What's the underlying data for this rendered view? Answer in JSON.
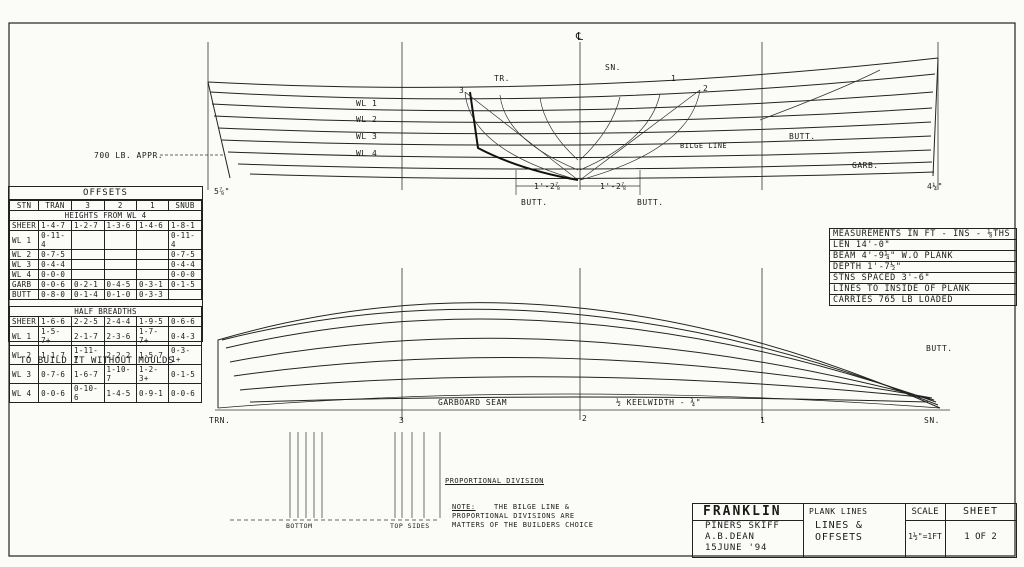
{
  "drawing": {
    "centerline_mark": "℄",
    "profile_labels": {
      "tr": "TR.",
      "sn": "SN.",
      "station_3": "3",
      "station_2": "2",
      "station_1": "1",
      "wl1": "WL 1",
      "wl2": "WL 2",
      "wl3": "WL 3",
      "wl4": "WL 4",
      "appr": "700 LB. APPR.",
      "bilge_line": "BILGE LINE",
      "butt": "BUTT.",
      "garb": "GARB.",
      "butt_left": "BUTT.",
      "butt_right": "BUTT.",
      "dim_left_butt": "1'-2⅞",
      "dim_right_butt": "1'-2⅞",
      "dim_stern": "5⅞\"",
      "dim_bow": "4¼\""
    },
    "plan_labels": {
      "trn": "TRN.",
      "sn": "SN.",
      "station_3": "3",
      "station_2": "2",
      "station_1": "1",
      "butt": "BUTT.",
      "garboard_seam": "GARBOARD SEAM",
      "keelwidth": "½ KEELWIDTH - ¾\""
    },
    "build_note": "TO BUILD IT WITHOUT MOULDS",
    "proportional_division": "PROPORTIONAL DIVISION",
    "bottom_label": "BOTTOM",
    "topsides_label": "TOP SIDES",
    "note_label": "NOTE:",
    "note_text_1": "THE BILGE LINE &",
    "note_text_2": "PROPORTIONAL DIVISIONS ARE",
    "note_text_3": "MATTERS OF THE BUILDERS CHOICE"
  },
  "offsets": {
    "title": "OFFSETS",
    "columns": [
      "STN",
      "TRAN",
      "3",
      "2",
      "1",
      "SNUB"
    ],
    "heights_title": "HEIGHTS FROM WL 4",
    "heights": [
      [
        "SHEER",
        "1-4-7",
        "1-2-7",
        "1-3-6",
        "1-4-6",
        "1-8-1"
      ],
      [
        "WL 1",
        "0-11-4",
        "",
        "",
        "",
        "0-11-4"
      ],
      [
        "WL 2",
        "0-7-5",
        "",
        "",
        "",
        "0-7-5"
      ],
      [
        "WL 3",
        "0-4-4",
        "",
        "",
        "",
        "0-4-4"
      ],
      [
        "WL 4",
        "0-0-0",
        "",
        "",
        "",
        "0-0-0"
      ],
      [
        "GARB",
        "0-0-6",
        "0-2-1",
        "0-4-5",
        "0-3-1",
        "0-1-5"
      ],
      [
        "BUTT",
        "0-8-0",
        "0-1-4",
        "0-1-0",
        "0-3-3",
        ""
      ]
    ],
    "half_title": "HALF BREADTHS",
    "half": [
      [
        "SHEER",
        "1-6-6",
        "2-2-5",
        "2-4-4",
        "1-9-5",
        "0-6-6"
      ],
      [
        "WL 1",
        "1-5-7+",
        "2-1-7",
        "2-3-6",
        "1-7-7+",
        "0-4-3"
      ],
      [
        "WL 2",
        "1-1-7",
        "1-11-7",
        "2-2-2",
        "1-5-7",
        "0-3-1+"
      ],
      [
        "WL 3",
        "0-7-6",
        "1-6-7",
        "1-10-7",
        "1-2-3+",
        "0-1-5"
      ],
      [
        "WL 4",
        "0-0-6",
        "0-10-6",
        "1-4-5",
        "0-9-1",
        "0-0-6"
      ]
    ]
  },
  "measurements": [
    "MEASUREMENTS IN FT - INS - ⅛THS",
    "LEN 14'-0\"",
    "BEAM 4'-9¼\" W.O PLANK",
    "DEPTH 1'-7½\"",
    "STNS SPACED 3'-6\"",
    "LINES TO INSIDE OF PLANK",
    "CARRIES 765 LB LOADED"
  ],
  "title_block": {
    "name": "FRANKLIN",
    "subtitle": "PINERS SKIFF",
    "author": "A.B.DEAN",
    "date": "15JUNE '94",
    "plank_lines": "PLANK LINES",
    "lines_1": "LINES &",
    "lines_2": "OFFSETS",
    "scale_label": "SCALE",
    "scale_value": "1½\"=1FT",
    "sheet_label": "SHEET",
    "sheet_value": "1 OF 2"
  }
}
